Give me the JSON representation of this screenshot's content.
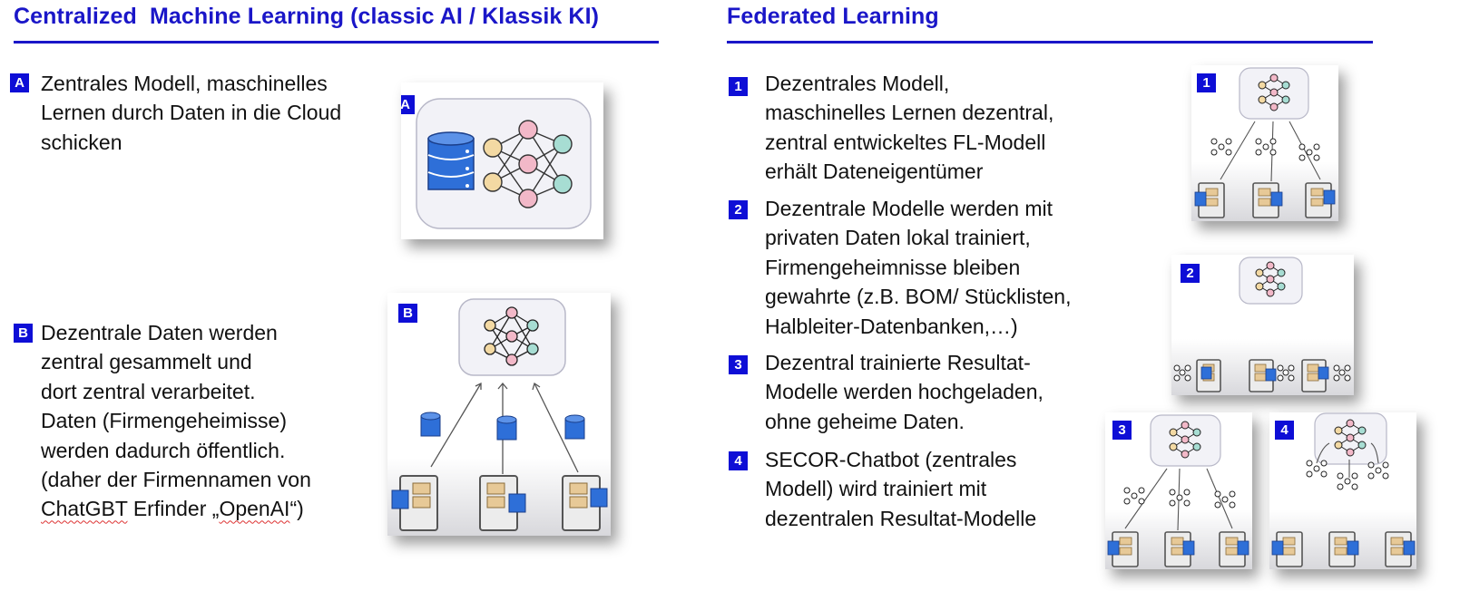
{
  "left": {
    "title": "Centralized  Machine Learning (classic AI / Klassik KI)",
    "items": [
      {
        "badge": "A",
        "lines": [
          "Zentrales Modell, maschinelles",
          "Lernen durch Daten in die Cloud",
          "schicken"
        ]
      },
      {
        "badge": "B",
        "lines": [
          "Dezentrale Daten werden",
          "zentral gesammelt und",
          "dort zentral verarbeitet.",
          "Daten (Firmengeheimisse)",
          "werden dadurch öffentlich.",
          "(daher der Firmennamen von"
        ],
        "last_line": {
          "w1": "ChatGBT",
          "mid": " Erfinder „",
          "w2": "OpenAI",
          "end": "“)"
        }
      }
    ],
    "illustrations": [
      {
        "badge": "A"
      },
      {
        "badge": "B"
      }
    ]
  },
  "right": {
    "title": "Federated Learning",
    "items": [
      {
        "badge": "1",
        "lines": [
          "Dezentrales Modell,",
          "maschinelles Lernen  dezentral,",
          "zentral entwickeltes FL-Modell",
          "erhält Dateneigentümer"
        ]
      },
      {
        "badge": "2",
        "lines": [
          "Dezentrale Modelle werden mit",
          "privaten Daten lokal trainiert,",
          "Firmengeheimnisse bleiben",
          "gewahrte (z.B. BOM/ Stücklisten,",
          "Halbleiter-Datenbanken,…)"
        ]
      },
      {
        "badge": "3",
        "lines": [
          "Dezentral trainierte Resultat-",
          "Modelle werden hochgeladen,",
          "ohne geheime Daten."
        ]
      },
      {
        "badge": "4",
        "lines": [
          "SECOR-Chatbot (zentrales",
          "Modell) wird trainiert mit",
          "dezentralen Resultat-Modelle"
        ]
      }
    ],
    "illustrations": [
      {
        "badge": "1"
      },
      {
        "badge": "2"
      },
      {
        "badge": "3"
      },
      {
        "badge": "4"
      }
    ]
  },
  "colors": {
    "accent": "#1a16c8",
    "badge": "#0e0ed6",
    "database": "#2e6fd8",
    "node_pink": "#f2b8c8",
    "node_yellow": "#f3d9a3",
    "node_teal": "#a7ddd3",
    "folder": "#e7c997"
  }
}
